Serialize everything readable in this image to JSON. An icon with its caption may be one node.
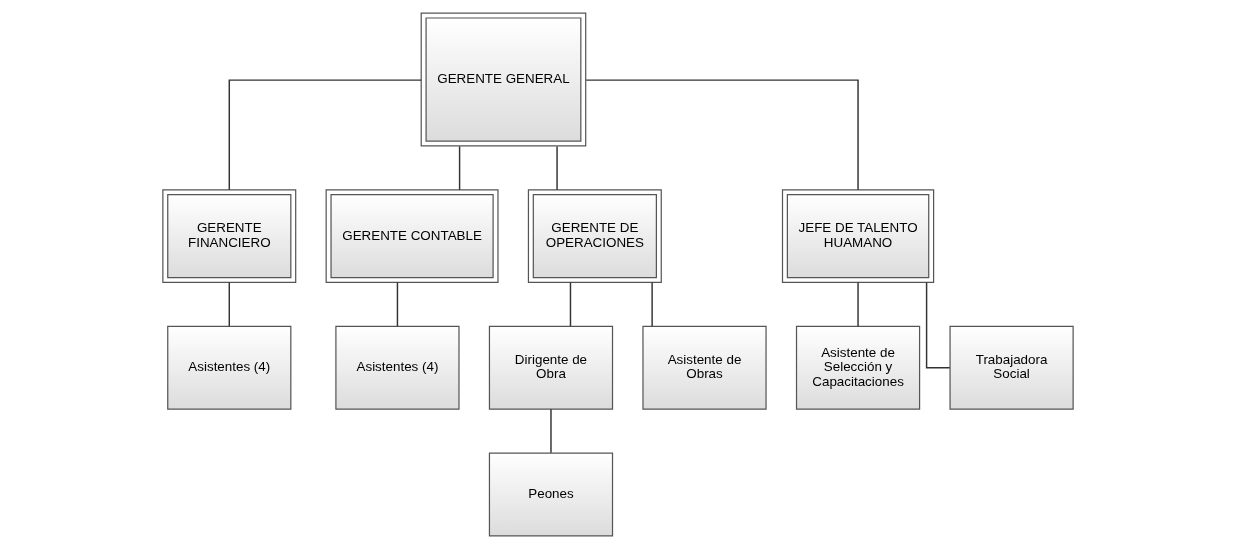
{
  "diagram": {
    "nodes": [
      {
        "text": [
          "GERENTE GENERAL"
        ]
      },
      {
        "text": [
          "GERENTE FINANCIERO"
        ]
      },
      {
        "text": [
          "GERENTE CONTABLE"
        ]
      },
      {
        "text": [
          "GERENTE DE OPERACIONES"
        ]
      },
      {
        "text": [
          "JEFE DE TALENTO HUAMANO"
        ]
      },
      {
        "text": [
          "Asistentes (4)"
        ]
      },
      {
        "text": [
          "Asistentes (4)"
        ]
      },
      {
        "text": [
          "Dirigente de Obra"
        ]
      },
      {
        "text": [
          "Asistente de Obras"
        ]
      },
      {
        "text": [
          "Asistente de Selección y Capacitaciones"
        ]
      },
      {
        "text": [
          "Trabajadora Social"
        ]
      },
      {
        "text": [
          "Peones"
        ]
      }
    ],
    "edges": [
      {
        "from": 0,
        "to": 1,
        "arrow": "none"
      },
      {
        "from": 0,
        "to": 2,
        "arrow": "none"
      },
      {
        "from": 0,
        "to": 3,
        "arrow": "none"
      },
      {
        "from": 0,
        "to": 4,
        "arrow": "none"
      },
      {
        "from": 1,
        "to": 5,
        "arrow": "none"
      },
      {
        "from": 2,
        "to": 6,
        "arrow": "none"
      },
      {
        "from": 3,
        "to": 7,
        "arrow": "none"
      },
      {
        "from": 3,
        "to": 8,
        "arrow": "none"
      },
      {
        "from": 4,
        "to": 9,
        "arrow": "none"
      },
      {
        "from": 4,
        "to": 10,
        "arrow": "none"
      },
      {
        "from": 7,
        "to": 11,
        "arrow": "none"
      }
    ]
  }
}
